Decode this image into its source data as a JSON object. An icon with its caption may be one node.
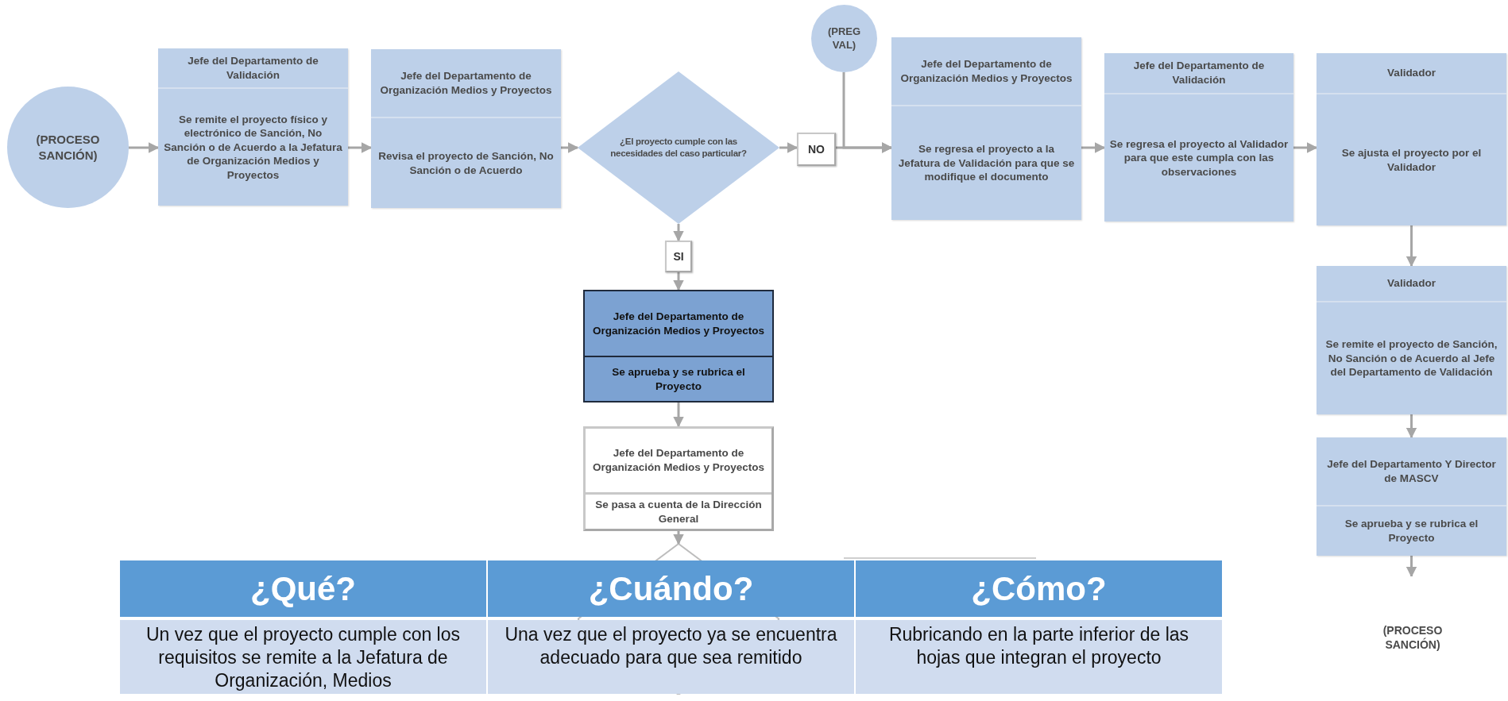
{
  "diagram": {
    "nodes": [
      {
        "text": [
          "(PROCESO SANCIÓN)"
        ]
      },
      {
        "text": [
          "Jefe del Departamento de Validación",
          "Se remite el proyecto físico y electrónico de Sanción, No Sanción o de Acuerdo a la Jefatura de Organización Medios y Proyectos"
        ]
      },
      {
        "text": [
          "Jefe del Departamento de Organización Medios y Proyectos",
          "Revisa el proyecto de Sanción, No Sanción o de Acuerdo"
        ]
      },
      {
        "text": [
          "¿El proyecto cumple con las necesidades del caso particular?"
        ]
      },
      {
        "text": [
          "NO"
        ]
      },
      {
        "text": [
          "(PREG VAL)"
        ]
      },
      {
        "text": [
          "Jefe del Departamento de Organización Medios y Proyectos",
          "Se regresa el proyecto a la Jefatura de Validación para que se modifique el documento"
        ]
      },
      {
        "text": [
          "Jefe del Departamento de Validación",
          "Se regresa el proyecto al Validador para que este cumpla con las observaciones"
        ]
      },
      {
        "text": [
          "Validador",
          "Se ajusta el proyecto por el Validador"
        ]
      },
      {
        "text": [
          "Validador",
          "Se remite el proyecto de Sanción, No Sanción o de Acuerdo al Jefe del Departamento de Validación"
        ]
      },
      {
        "text": [
          "Jefe del Departamento Y Director de MASCV",
          "Se aprueba y se rubrica el Proyecto"
        ]
      },
      {
        "text": [
          "(PROCESO SANCIÓN)"
        ]
      },
      {
        "text": [
          "SI"
        ]
      },
      {
        "text": [
          "Jefe del Departamento de Organización Medios y Proyectos",
          "Se aprueba y se rubrica el Proyecto"
        ]
      },
      {
        "text": [
          "Jefe del Departamento de Organización Medios y Proyectos",
          "Se pasa a cuenta de la Dirección General"
        ]
      },
      {
        "text": [],
        "shape": "diamond"
      }
    ],
    "edges": [
      {
        "from": 0,
        "to": 1,
        "arrow": "to"
      },
      {
        "from": 1,
        "to": 2,
        "arrow": "to"
      },
      {
        "from": 2,
        "to": 3,
        "arrow": "to"
      },
      {
        "from": 3,
        "to": 4,
        "arrow": "to"
      },
      {
        "from": 4,
        "to": 6,
        "arrow": "to"
      },
      {
        "from": 5,
        "to": 6,
        "arrow": "to"
      },
      {
        "from": 6,
        "to": 7,
        "arrow": "to"
      },
      {
        "from": 7,
        "to": 8,
        "arrow": "to"
      },
      {
        "from": 8,
        "to": 9,
        "arrow": "to"
      },
      {
        "from": 9,
        "to": 10,
        "arrow": "to"
      },
      {
        "from": 10,
        "to": 11,
        "arrow": "to"
      },
      {
        "from": 3,
        "to": 12,
        "arrow": "to"
      },
      {
        "from": 12,
        "to": 13,
        "arrow": "to"
      },
      {
        "from": 13,
        "to": 14,
        "arrow": "to"
      },
      {
        "from": 14,
        "to": 15,
        "arrow": "to"
      }
    ],
    "labels": [
      "¿Qué?",
      "¿Cuándo?",
      "¿Cómo?",
      "Un vez que el proyecto cumple con los requisitos se remite a la Jefatura de Organización, Medios",
      "Una vez que el proyecto ya se encuentra adecuado para que sea remitido",
      "Rubricando en la parte inferior de las hojas que integran el proyecto"
    ]
  }
}
